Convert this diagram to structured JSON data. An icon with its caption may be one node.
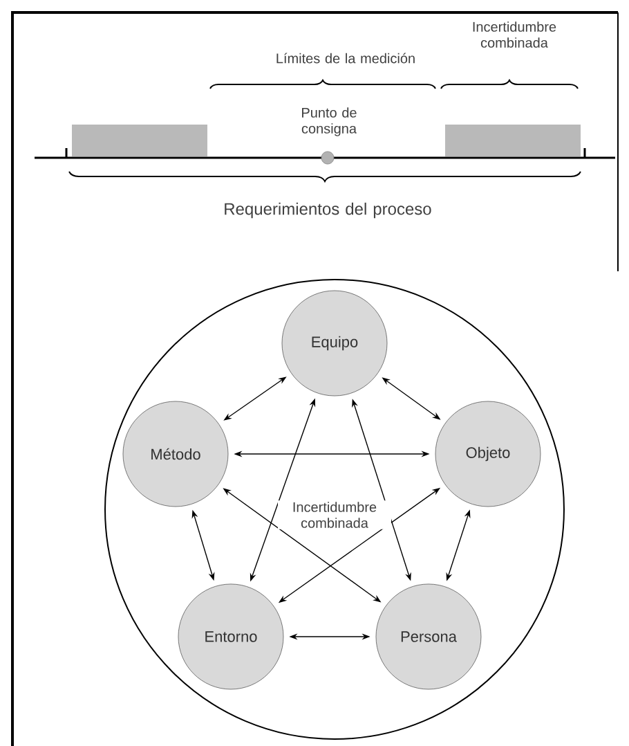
{
  "diagram": {
    "nodes": [
      {
        "text": [],
        "shape": "circle"
      },
      {
        "text": [
          "Equipo"
        ],
        "in": 0
      },
      {
        "text": [
          "Método"
        ],
        "in": 0
      },
      {
        "text": [
          "Objeto"
        ],
        "in": 0
      },
      {
        "text": [
          "Entorno"
        ],
        "in": 0
      },
      {
        "text": [
          "Persona"
        ],
        "in": 0
      }
    ],
    "edges": [
      {
        "from": 1,
        "to": 2,
        "arrow": "both"
      },
      {
        "from": 1,
        "to": 3,
        "arrow": "both"
      },
      {
        "from": 2,
        "to": 3,
        "arrow": "both"
      },
      {
        "from": 2,
        "to": 4,
        "arrow": "both"
      },
      {
        "from": 3,
        "to": 5,
        "arrow": "both"
      },
      {
        "from": 4,
        "to": 5,
        "arrow": "both"
      },
      {
        "from": 1,
        "to": 4,
        "arrow": "both"
      },
      {
        "from": 1,
        "to": 5,
        "arrow": "both"
      },
      {
        "from": 2,
        "to": 5,
        "arrow": "both"
      },
      {
        "from": 3,
        "to": 4,
        "arrow": "both"
      }
    ],
    "labels": [
      "Incertidumbre combinada",
      "Límites de la medición",
      "Punto de consigna",
      "Requerimientos del proceso",
      "Incertidumbre combinada"
    ]
  }
}
